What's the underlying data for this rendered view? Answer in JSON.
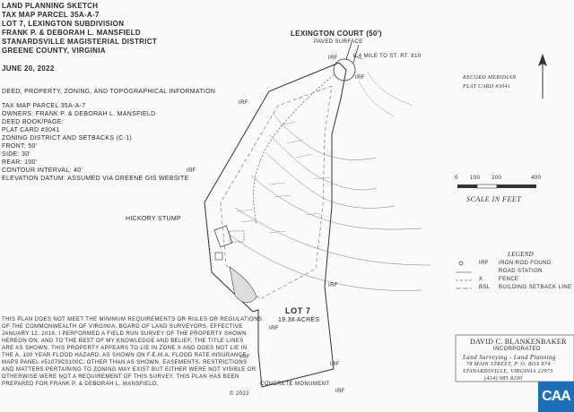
{
  "title_block": {
    "lines": [
      "LAND PLANNING SKETCH",
      "TAX MAP PARCEL 35A-A-7",
      "LOT 7, LEXINGTON SUBDIVISION",
      "FRANK P. & DEBORAH L. MANSFIELD",
      "STANARDSVILLE MAGISTERIAL DISTRICT",
      "GREENE COUNTY, VIRGINIA"
    ],
    "date": "JUNE 20, 2022"
  },
  "info_block": {
    "heading": "DEED, PROPERTY, ZONING, AND TOPOGRAPHICAL INFORMATION",
    "lines": [
      "TAX MAP PARCEL 35A-A-7",
      "OWNERS: FRANK P. & DEBORAH L. MANSFIELD",
      "DEED BOOK/PAGE:",
      "PLAT CARD #3041",
      "ZONING DISTRICT AND SETBACKS (C-1)",
      "FRONT: 50'",
      "SIDE:    30'",
      "REAR:   100'",
      "CONTOUR INTERVAL: 40'",
      "ELEVATION DATUM: ASSUMED VIA GREENE GIS WEBSITE"
    ]
  },
  "road": {
    "name": "LEXINGTON COURT (50')",
    "surface": "PAVED SURFACE",
    "distance_note": "0.4 MILE TO ST. RT. 810"
  },
  "meridian": {
    "line1": "RECORD MERIDIAN",
    "line2": "PLAT CARD #3041"
  },
  "scale": {
    "ticks": [
      "0",
      "100",
      "200",
      "400"
    ],
    "label": "SCALE IN FEET"
  },
  "legend": {
    "title": "LEGEND",
    "items": [
      {
        "symbol": "IRF",
        "label": "IRON ROD FOUND"
      },
      {
        "symbol": "",
        "label": "ROAD STATION"
      },
      {
        "symbol": "X",
        "label": "FENCE"
      },
      {
        "symbol": "BSL",
        "label": "BUILDING SETBACK LINE"
      }
    ]
  },
  "labels": {
    "irf": "IRF",
    "hickory_stump": "HICKORY STUMP",
    "concrete_monument": "CONCRETE MONUMENT",
    "lot": "LOT 7",
    "acres": "19.38 ACRES",
    "copyright": "© 2022"
  },
  "certification": [
    "THIS PLAN DOES NOT MEET THE MINIMUM REQUIREMENTS OR RULES OR REGULATIONS",
    "OF THE COMMONWEALTH OF VIRGINIA, BOARD OF LAND SURVEYORS, EFFECTIVE",
    "JANUARY 12, 2016. I PERFORMED A FIELD RUN SURVEY OF THE PROPERTY SHOWN",
    "HEREON ON, AND TO THE BEST OF MY KNOWLEDGE AND BELIEF, THE TITLE LINES",
    "ARE AS SHOWN. THIS PROPERTY APPEARS TO LIE IN ZONE X AND DOES NOT LIE IN",
    "THE A, 100 YEAR FLOOD HAZARD, AS SHOWN ON F.E.M.A. FLOOD RATE INSURANCE",
    "MAPS PANEL #51079C0100C. OTHER THAN AS SHOWN, EASEMENTS, RESTRICTIONS",
    "AND MATTERS PERTAINING TO ZONING MAY EXIST BUT EITHER WERE NOT VISIBLE OR",
    "OTHERWISE WERE NOT A REQUIREMENT OF THIS SURVEY. THIS PLAN HAS BEEN",
    "PREPARED FOR FRANK P. & DEBORAH L. MANSFIELD."
  ],
  "surveyor": {
    "name": "DAVID C. BLANKENBAKER",
    "inc": "INCORPORATED",
    "tagline": "Land Surveying  -  Land Planning",
    "address": "78 MAIN STREET,  P. O. BOX 874",
    "city": "STANARDSVILLE, VIRGINIA 22973",
    "phone": "(434) 985 8200"
  },
  "logo_text": "CAA",
  "colors": {
    "ink": "#2a2a2a",
    "logo": "#1d6fb8",
    "paper": "#fafafa"
  }
}
